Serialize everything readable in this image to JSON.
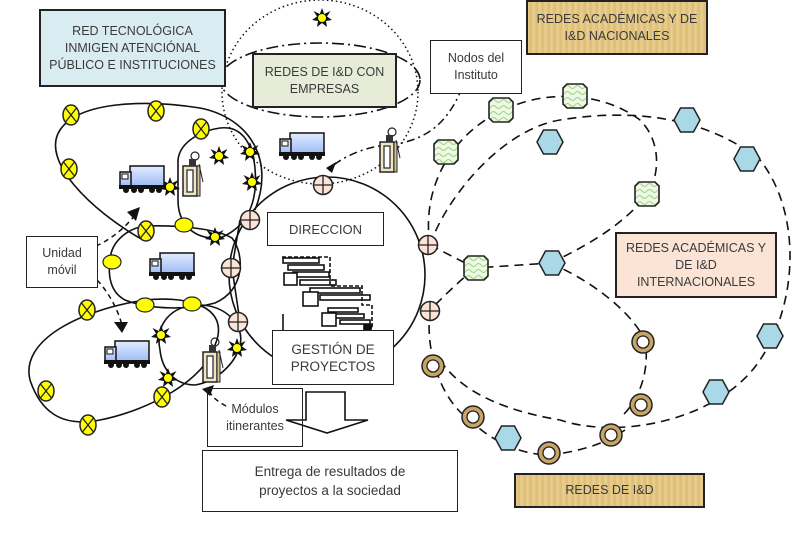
{
  "labels": {
    "red_tecnologica": "RED TECNOLÓGICA\nINMIGEN ATENCIÓNAL\nPÚBLICO E INSTITUCIONES",
    "redes_empresas": "REDES DE I&D CON\nEMPRESAS",
    "nodos_instituto": "Nodos del\nInstituto",
    "redes_nacionales": "REDES ACADÉMICAS Y DE\nI&D NACIONALES",
    "unidad_movil": "Unidad\nmóvil",
    "direccion": "DIRECCION",
    "gestion_proyectos": "GESTIÓN DE\nPROYECTOS",
    "redes_internacionales": "REDES ACADÉMICAS Y\nDE I&D\nINTERNACIONALES",
    "modulos_itinerantes": "Módulos\nitinerantes",
    "entrega_resultados": "Entrega de resultados de\nproyectos a la sociedad",
    "redes_id": "REDES DE I&D"
  },
  "colors": {
    "yellow_node": "#ffff00",
    "institute_node": "#fbe4d6",
    "hexagon_node": "#a9d8e6",
    "green_node": "#e9f5df",
    "ring_node": "#c8a466",
    "truck": "#bcd3ff"
  },
  "icons": {
    "truck": "truck-icon",
    "kiosk": "kiosk-icon",
    "star": "star-burst-icon",
    "crossed_circle": "crossed-circle-icon",
    "plus_circle": "plus-circle-icon",
    "hexagon": "hexagon-icon",
    "wavy_square": "wavy-square-icon",
    "ring": "ring-icon",
    "gantt": "gantt-chart-icon",
    "down_arrow": "down-arrow-icon"
  }
}
